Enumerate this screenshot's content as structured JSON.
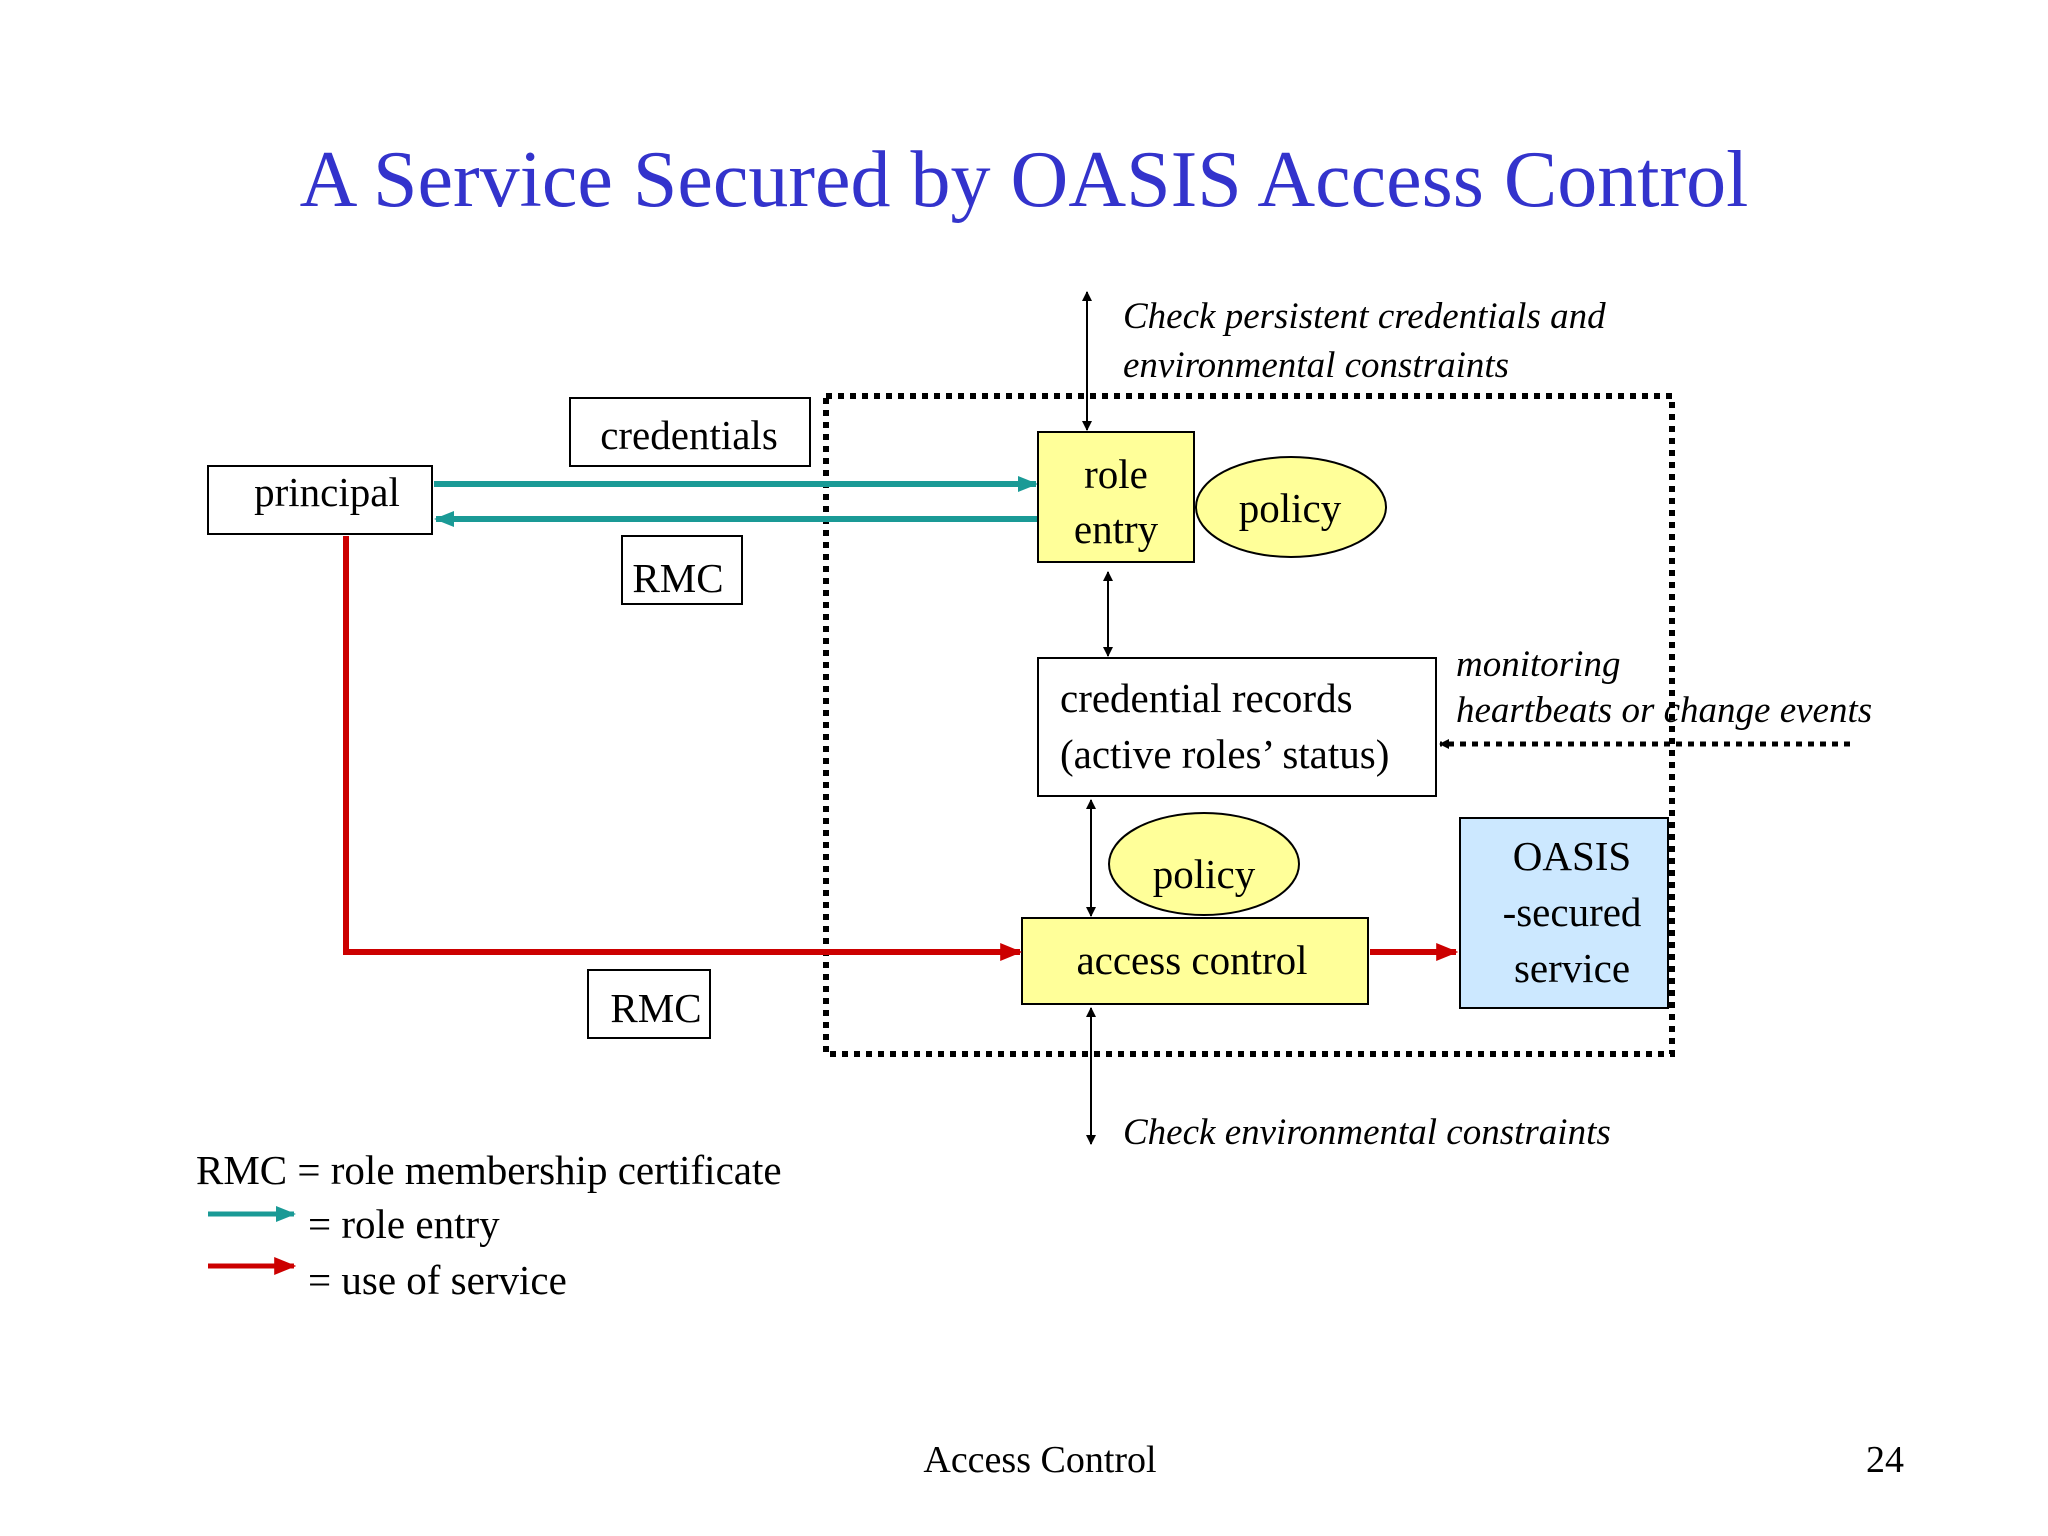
{
  "slide": {
    "title": "A Service Secured by OASIS Access Control",
    "footer": "Access Control",
    "page_number": "24"
  },
  "diagram": {
    "principal": "principal",
    "credentials": "credentials",
    "rmc_top": "RMC",
    "rmc_bottom": "RMC",
    "role_entry": [
      "role",
      "entry"
    ],
    "policy_top": "policy",
    "policy_bottom": "policy",
    "credential_records": [
      "credential records",
      "(active roles’ status)"
    ],
    "access_control": "access control",
    "oasis_service": [
      "OASIS",
      "-secured",
      "service"
    ],
    "note_top": [
      "Check persistent credentials and",
      "environmental constraints"
    ],
    "note_monitoring": [
      "monitoring",
      "heartbeats or change events"
    ],
    "note_bottom": "Check environmental constraints"
  },
  "legend": {
    "rmc_def": "RMC = role membership certificate",
    "role_entry": "= role entry",
    "use_of_service": "= use of service"
  },
  "colors": {
    "title": "#3333cc",
    "role_entry_arrow": "#1a9a96",
    "service_arrow": "#cc0000",
    "yellow_box": "#ffff99",
    "blue_box": "#cce8ff"
  }
}
